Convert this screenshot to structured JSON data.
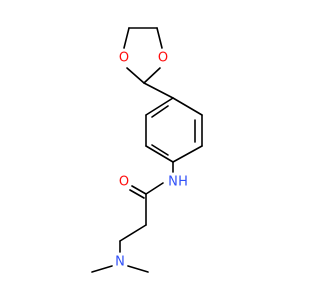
{
  "molecule": {
    "atoms": [
      {
        "id": "O1",
        "label": "O",
        "color": "#ff0d0d"
      },
      {
        "id": "O2",
        "label": "O",
        "color": "#ff0d0d"
      },
      {
        "id": "N1",
        "label": "N",
        "color": "#3050f8"
      },
      {
        "id": "H1",
        "label": "H",
        "color": "#3050f8"
      },
      {
        "id": "O3",
        "label": "O",
        "color": "#ff0d0d"
      },
      {
        "id": "N2",
        "label": "N",
        "color": "#3050f8"
      }
    ]
  }
}
